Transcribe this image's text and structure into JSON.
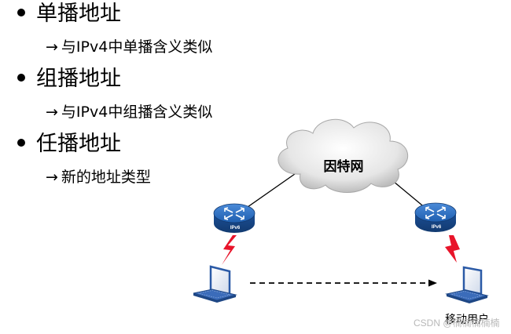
{
  "bullets": [
    {
      "title": "单播地址",
      "sub": "与IPv4中单播含义类似"
    },
    {
      "title": "组播地址",
      "sub": "与IPv4中组播含义类似"
    },
    {
      "title": "任播地址",
      "sub": "新的地址类型"
    }
  ],
  "sub_arrow": "→",
  "diagram": {
    "cloud_label": "因特网",
    "router_left_label": "IPv6",
    "router_right_label": "IPv6",
    "mobile_user_label": "移动用户",
    "colors": {
      "router": "#1f5fb0",
      "lightning": "#e8142a",
      "laptop": "#2b5aa6"
    }
  },
  "watermark": "CSDN @楠楠楠楠楠"
}
